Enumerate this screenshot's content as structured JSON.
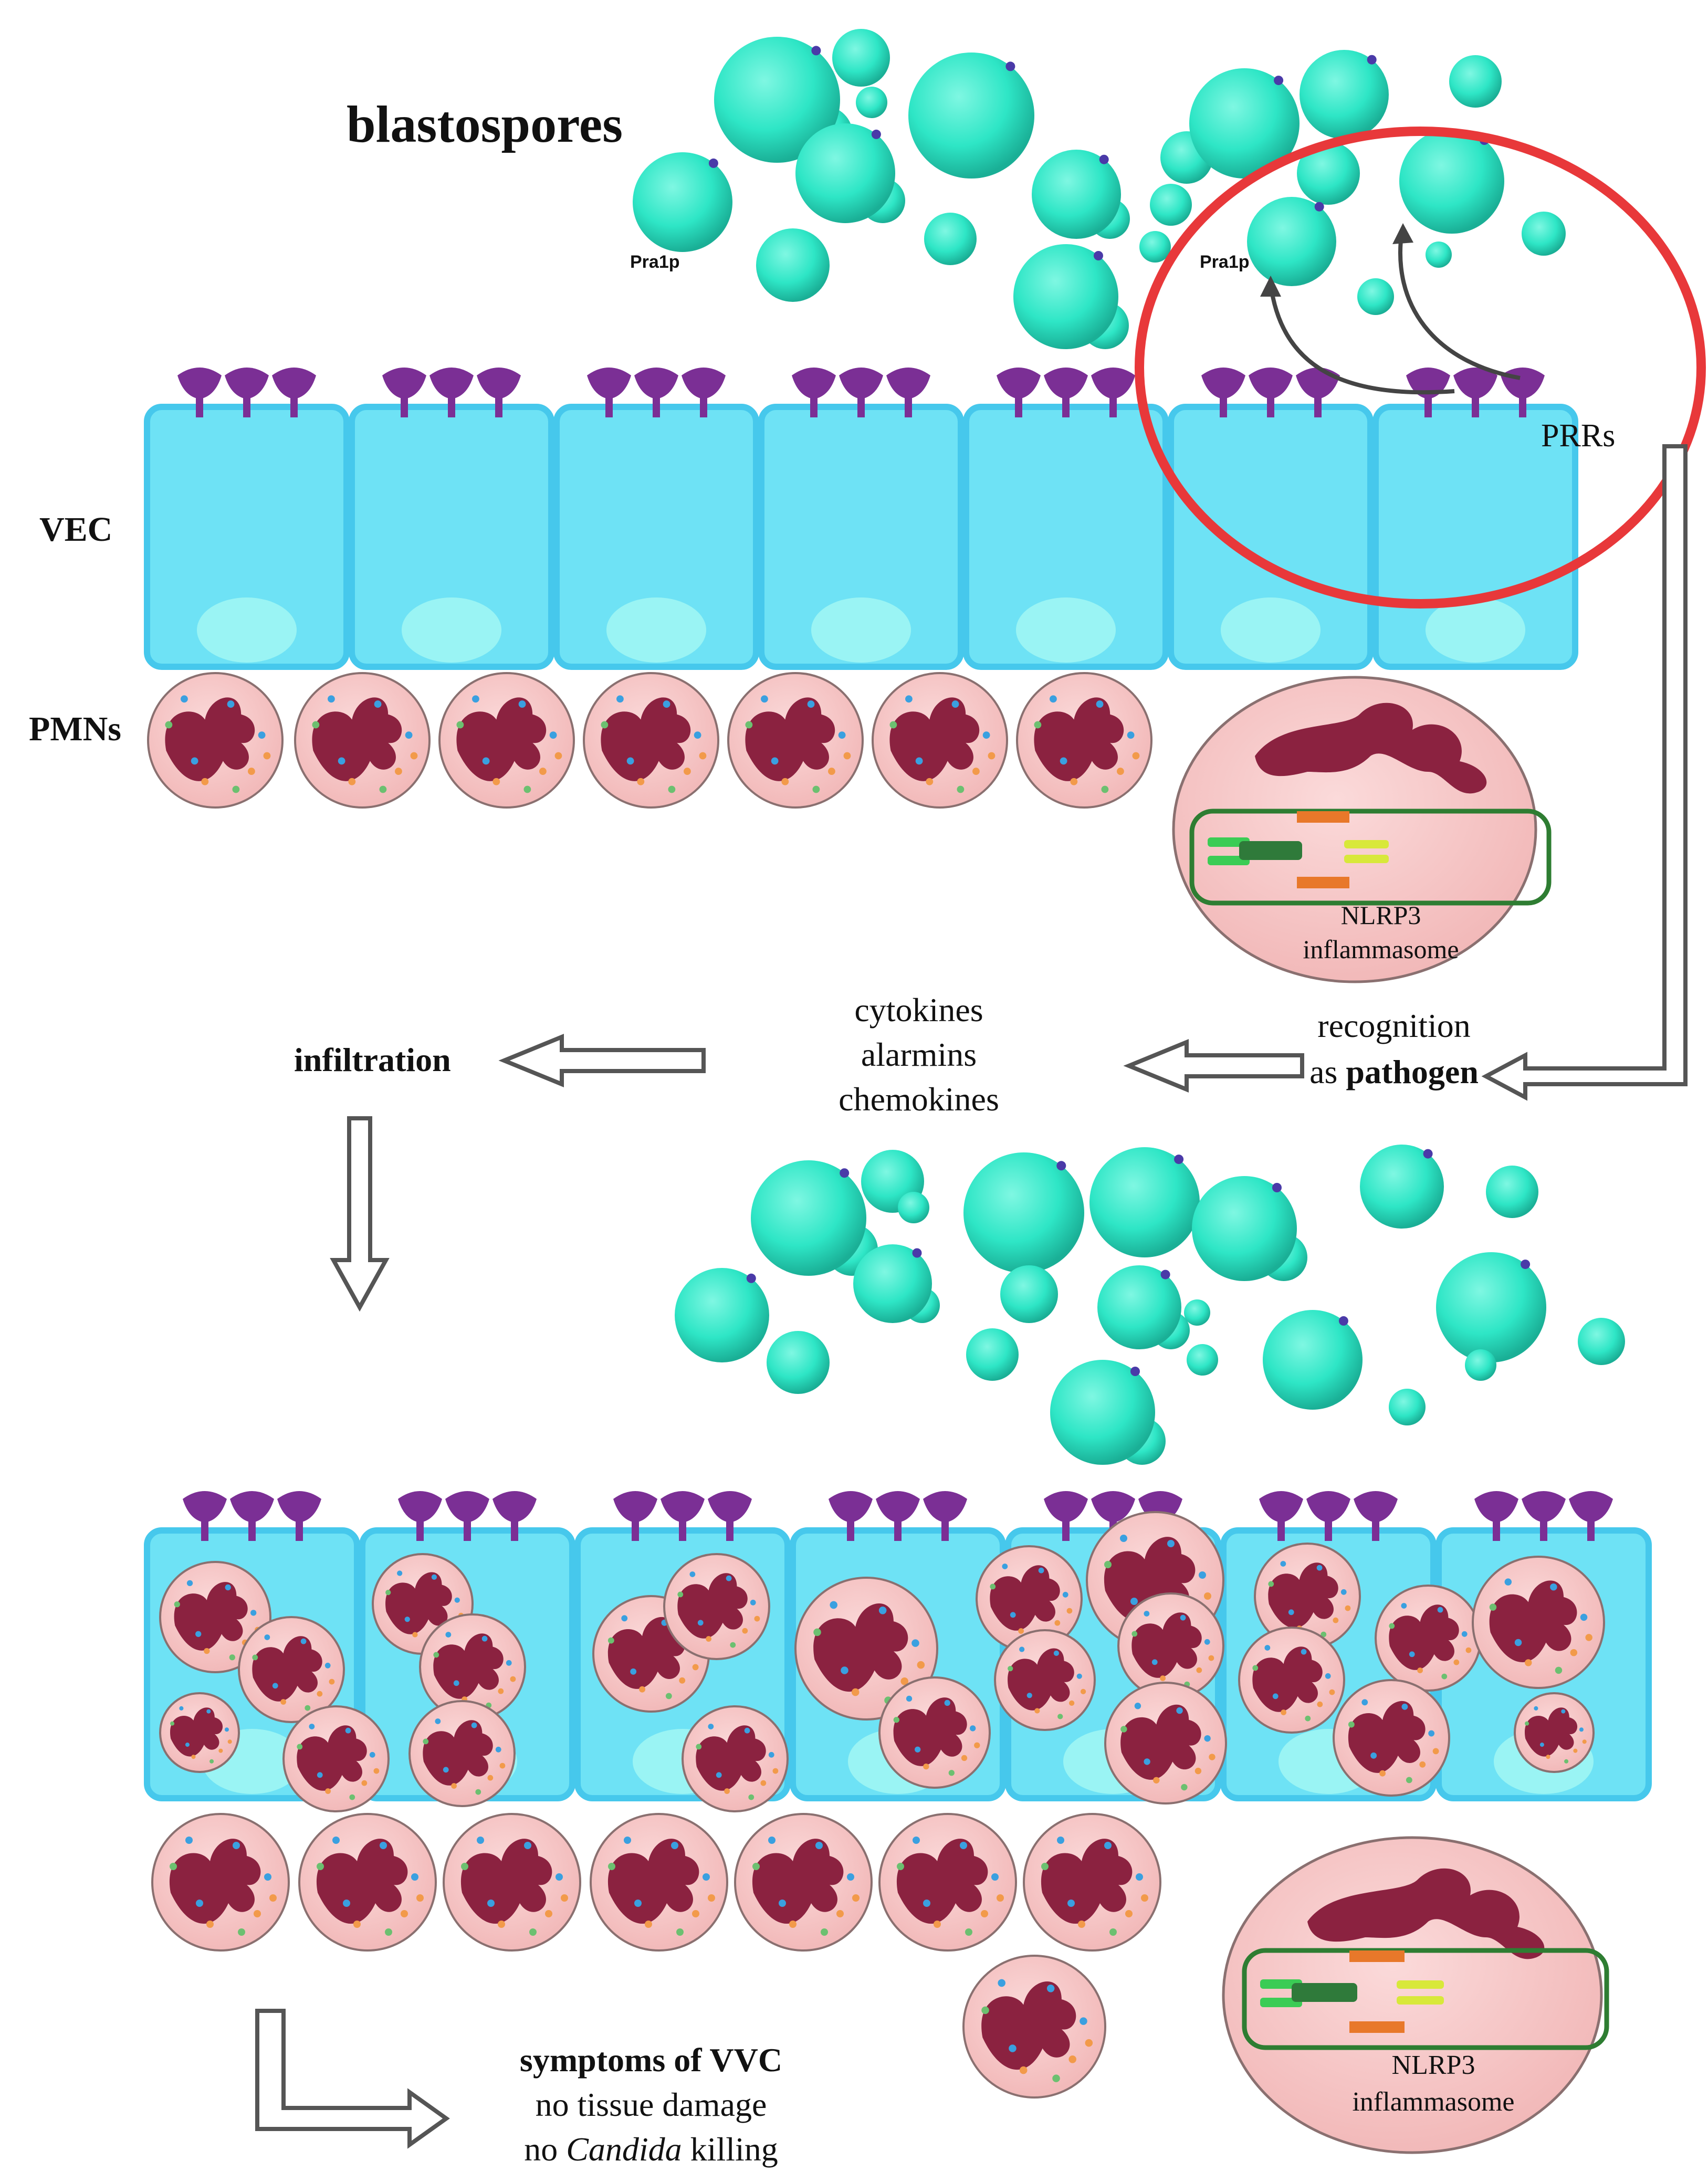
{
  "labels": {
    "blastospores": "blastospores",
    "pra1p_left": "Pra1p",
    "pra1p_right": "Pra1p",
    "vec": "VEC",
    "pmns": "PMNs",
    "prrs": "PRRs",
    "nlrp3_top_line1": "NLRP3",
    "nlrp3_top_line2": "inflammasome",
    "recognition_line1": "recognition",
    "recognition_as": "as ",
    "recognition_pathogen": "pathogen",
    "mediators_line1": "cytokines",
    "mediators_line2": "alarmins",
    "mediators_line3": "chemokines",
    "infiltration": "infiltration",
    "symptoms_line1": "symptoms of VVC",
    "symptoms_line2": "no tissue damage",
    "symptoms_line3_pre": "no ",
    "symptoms_line3_italic": "Candida",
    "symptoms_line3_post": " killing",
    "nlrp3_bottom_line1": "NLRP3",
    "nlrp3_bottom_line2": "inflammasome"
  },
  "colors": {
    "spore": "#2ee6c6",
    "spore_dark": "#1bb89c",
    "cell_fill": "#6ee2f5",
    "cell_border": "#46c8ec",
    "nucleus": "#9af4f4",
    "receptor": "#7b2f95",
    "pmn_fill": "#f7c9c9",
    "pmn_nucleus": "#8b2240",
    "highlight_circle": "#e8383a",
    "inflammasome_border": "#2e7d32",
    "arrow_outline": "#555555"
  }
}
